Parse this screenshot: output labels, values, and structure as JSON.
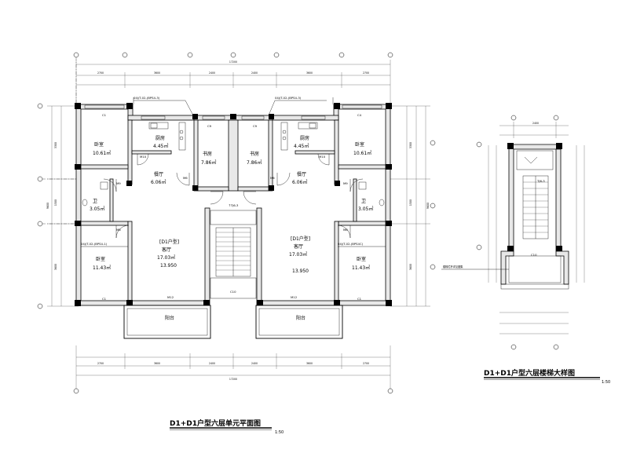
{
  "plan": {
    "title": "D1+D1户型六层单元平面图",
    "scale": "1:50",
    "top_dims": [
      "2700",
      "3600",
      "2400",
      "2400",
      "3600",
      "2700"
    ],
    "top_total": "17200",
    "bottom_dims": [
      "2700",
      "3600",
      "2400",
      "2400",
      "3600",
      "2700"
    ],
    "bottom_total": "17200",
    "left_dims": [
      "3300",
      "1500",
      "3600"
    ],
    "right_dims": [
      "3300",
      "1500",
      "3600"
    ],
    "left_total": "9600",
    "right_total": "9600",
    "ref_left": "04J/T-02-(BPS4-3)",
    "ref_right": "04J/T-02-(BPS4-3)",
    "ref_mid_left": "04J/T-02-(BPS4-1)",
    "ref_mid_right": "04J/T-02-(BPS4C)",
    "unit_left": "[D1户型]",
    "unit_right": "[D1户型]",
    "rooms": {
      "bed_tl": {
        "name": "卧室",
        "area": "10.61㎡"
      },
      "bed_tr": {
        "name": "卧室",
        "area": "10.61㎡"
      },
      "kitchen_l": {
        "name": "厨房",
        "area": "4.45㎡"
      },
      "kitchen_r": {
        "name": "厨房",
        "area": "4.45㎡"
      },
      "study_l": {
        "name": "书房",
        "area": "7.86㎡"
      },
      "study_r": {
        "name": "书房",
        "area": "7.86㎡"
      },
      "dining_l": {
        "name": "餐厅",
        "area": "6.06㎡"
      },
      "dining_r": {
        "name": "餐厅",
        "area": "6.06㎡"
      },
      "bath_l": {
        "name": "卫",
        "area": "3.05㎡"
      },
      "bath_r": {
        "name": "卫",
        "area": "3.05㎡"
      },
      "living_l": {
        "name": "客厅",
        "area": "17.03㎡",
        "elev": "13.950"
      },
      "living_r": {
        "name": "客厅",
        "area": "17.03㎡",
        "elev": "13.950"
      },
      "bed_bl": {
        "name": "卧室",
        "area": "11.43㎡"
      },
      "bed_br": {
        "name": "卧室",
        "area": "11.43㎡"
      },
      "balcony_l": {
        "name": "阳台"
      },
      "balcony_r": {
        "name": "阳台"
      }
    },
    "doors": {
      "m10": "M10",
      "m9": "M9",
      "m6": "M6",
      "m12": "M12",
      "m8": "M8"
    },
    "windows": {
      "c1": "C1",
      "c4": "C4",
      "c9": "C9",
      "c10": "C10"
    },
    "stair_label": "↑TJ6-3"
  },
  "detail": {
    "title": "D1+D1户型六层楼梯大样图",
    "scale": "1:50",
    "top_dim": "2400",
    "stair_label": "TJ6-3",
    "window": "C10",
    "note": "楼梯栏杆详见图集"
  }
}
